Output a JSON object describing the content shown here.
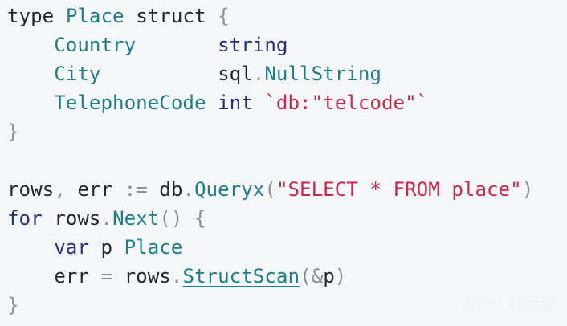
{
  "code": {
    "l1": {
      "kw_type": "type",
      "name": "Place",
      "kw_struct": "struct",
      "brace": "{"
    },
    "l2": {
      "indent": "    ",
      "field": "Country",
      "pad": "       ",
      "type": "string"
    },
    "l3": {
      "indent": "    ",
      "field": "City",
      "pad": "          ",
      "pkg": "sql",
      "dot": ".",
      "type": "NullString"
    },
    "l4": {
      "indent": "    ",
      "field": "TelephoneCode",
      "pad": " ",
      "type": "int",
      "sp": " ",
      "tag": "`db:\"telcode\"`"
    },
    "l5": {
      "brace": "}"
    },
    "l7": {
      "a": "rows",
      "comma": ",",
      "b": " err ",
      "op": ":=",
      "c": " db",
      "dot": ".",
      "fn": "Queryx",
      "paren_open": "(",
      "str": "\"SELECT * FROM place\"",
      "paren_close": ")"
    },
    "l8": {
      "kw": "for",
      "a": " rows",
      "dot": ".",
      "fn": "Next",
      "parens": "()",
      "brace": " {"
    },
    "l9": {
      "indent": "    ",
      "kw": "var",
      "a": " p ",
      "type": "Place"
    },
    "l10": {
      "indent": "    ",
      "a": "err ",
      "op": "=",
      "b": " rows",
      "dot": ".",
      "fn": "StructScan",
      "paren_open": "(",
      "amp": "&",
      "p": "p",
      "paren_close": ")"
    },
    "l11": {
      "brace": "}"
    }
  },
  "watermark": "知乎 @涛叔"
}
